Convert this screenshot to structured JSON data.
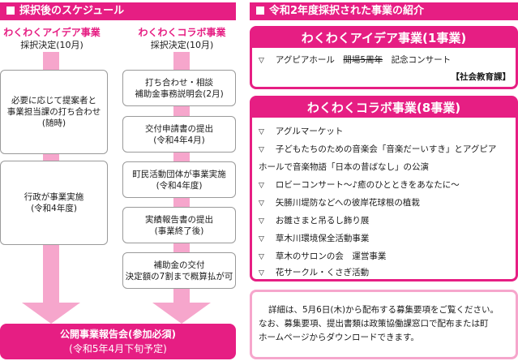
{
  "left_header": "採択後のスケジュール",
  "right_header": "令和2年度採択された事業の紹介",
  "idea_col": {
    "title": "わくわくアイデア事業",
    "sub": "採択決定(10月)"
  },
  "collab_col": {
    "title": "わくわくコラボ事業",
    "sub": "採択決定(10月)"
  },
  "idea_steps": [
    {
      "l1": "必要に応じて提案者と",
      "l2": "事業担当課の打ち合わせ",
      "l3": "(随時)"
    },
    {
      "l1": "行政が事業実施",
      "l2": "(令和4年度)"
    }
  ],
  "collab_steps": [
    {
      "l1": "打ち合わせ・相談",
      "l2": "補助金事務説明会(2月)"
    },
    {
      "l1": "交付申請書の提出",
      "l2": "(令和4年4月)"
    },
    {
      "l1": "町民活動団体が事業実施",
      "l2": "(令和4年度)"
    },
    {
      "l1": "実績報告書の提出",
      "l2": "(事業終了後)"
    },
    {
      "l1": "補助金の交付",
      "l2": "決定額の7割まで概算払が可"
    }
  ],
  "final": {
    "l1": "公開事業報告会(参加必須)",
    "l2": "(令和5年4月下旬予定)"
  },
  "idea_panel": {
    "title": "わくわくアイデア事業(1事業)",
    "item_pre": "アグピアホール",
    "item_strike": "開場5周年",
    "item_post": "記念コンサート",
    "tag": "【社会教育課】"
  },
  "collab_panel": {
    "title": "わくわくコラボ事業(8事業)",
    "items": [
      "アグルマーケット",
      "子どもたちのための音楽会「音楽だーいすき」とアグピア",
      "ホールで音楽物語「日本の昔ばなし」の公演",
      "ロビーコンサート〜♪癒のひとときをあなたに〜",
      "矢勝川堤防などへの彼岸花球根の植栽",
      "お雛さまと吊るし飾り展",
      "草木川環境保全活動事業",
      "草木のサロンの会　運営事業",
      "花サークル・くさぎ活動"
    ]
  },
  "note": {
    "l1": "詳細は、5月6日(木)から配布する募集要項をご覧ください。",
    "l2": "なお、募集要項、提出書類は政策協働課窓口で配布または町",
    "l3": "ホームページからダウンロードできます。"
  },
  "marker": "▽"
}
